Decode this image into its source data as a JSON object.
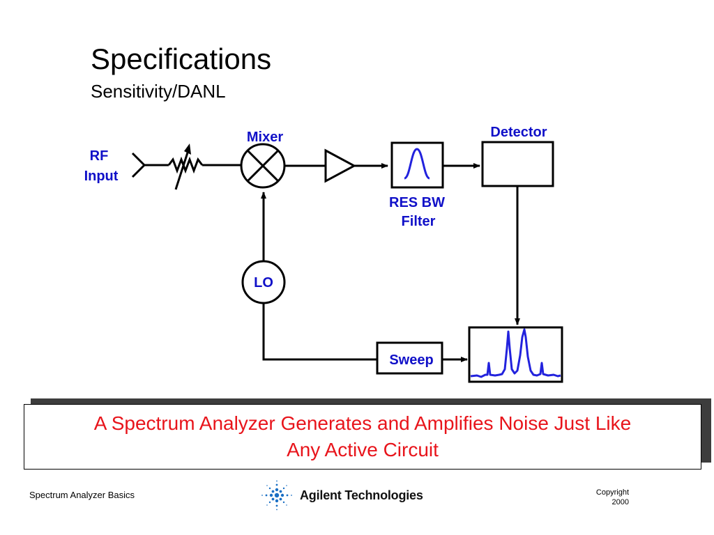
{
  "slide": {
    "title": "Specifications",
    "subtitle": "Sensitivity/DANL"
  },
  "diagram": {
    "rf_input_line1": "RF",
    "rf_input_line2": "Input",
    "mixer": "Mixer",
    "detector": "Detector",
    "res_bw_line1": "RES BW",
    "res_bw_line2": "Filter",
    "lo": "LO",
    "sweep": "Sweep"
  },
  "callout": {
    "text": "A Spectrum Analyzer Generates and Amplifies Noise Just Like\nAny Active Circuit"
  },
  "footer": {
    "left": "Spectrum Analyzer Basics",
    "logo_text": "Agilent Technologies",
    "copyright_line1": "Copyright",
    "copyright_line2": "2000"
  },
  "colors": {
    "label_blue": "#1010c8",
    "callout_red": "#e8141b",
    "trace_blue": "#2222dd"
  }
}
